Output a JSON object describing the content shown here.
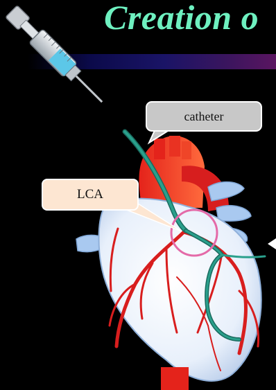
{
  "title": "Creation o",
  "labels": {
    "catheter": "catheter",
    "lca": "LCA"
  },
  "colors": {
    "background": "#000000",
    "title": "#6ef0c0",
    "highlight_circle": "#e46aa8",
    "catheter": "#1f8f7e",
    "artery": "#d81e1e"
  },
  "icons": {
    "syringe": "syringe-icon",
    "heart": "heart-illustration"
  }
}
